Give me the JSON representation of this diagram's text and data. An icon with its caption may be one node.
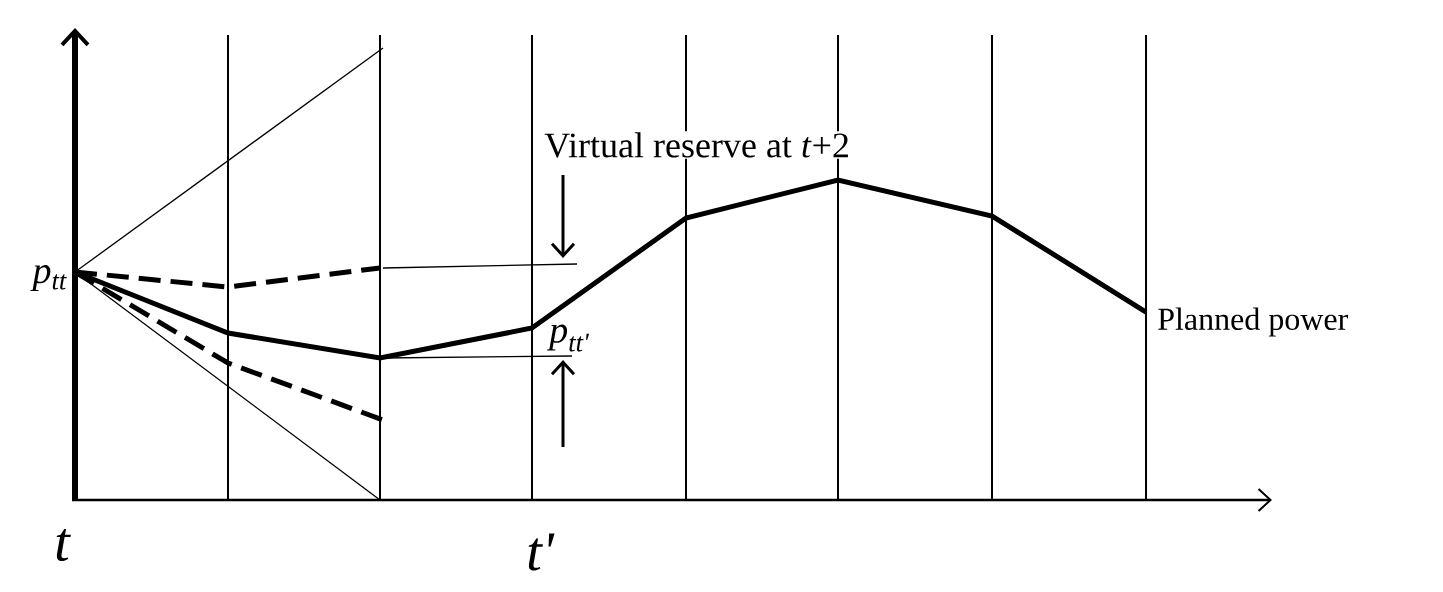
{
  "diagram": {
    "labels": [
      "p$_{tt}$",
      "Virtual reserve at *t*+2",
      "p$_{tt'}$",
      "Planned power",
      "t",
      "t'"
    ]
  }
}
